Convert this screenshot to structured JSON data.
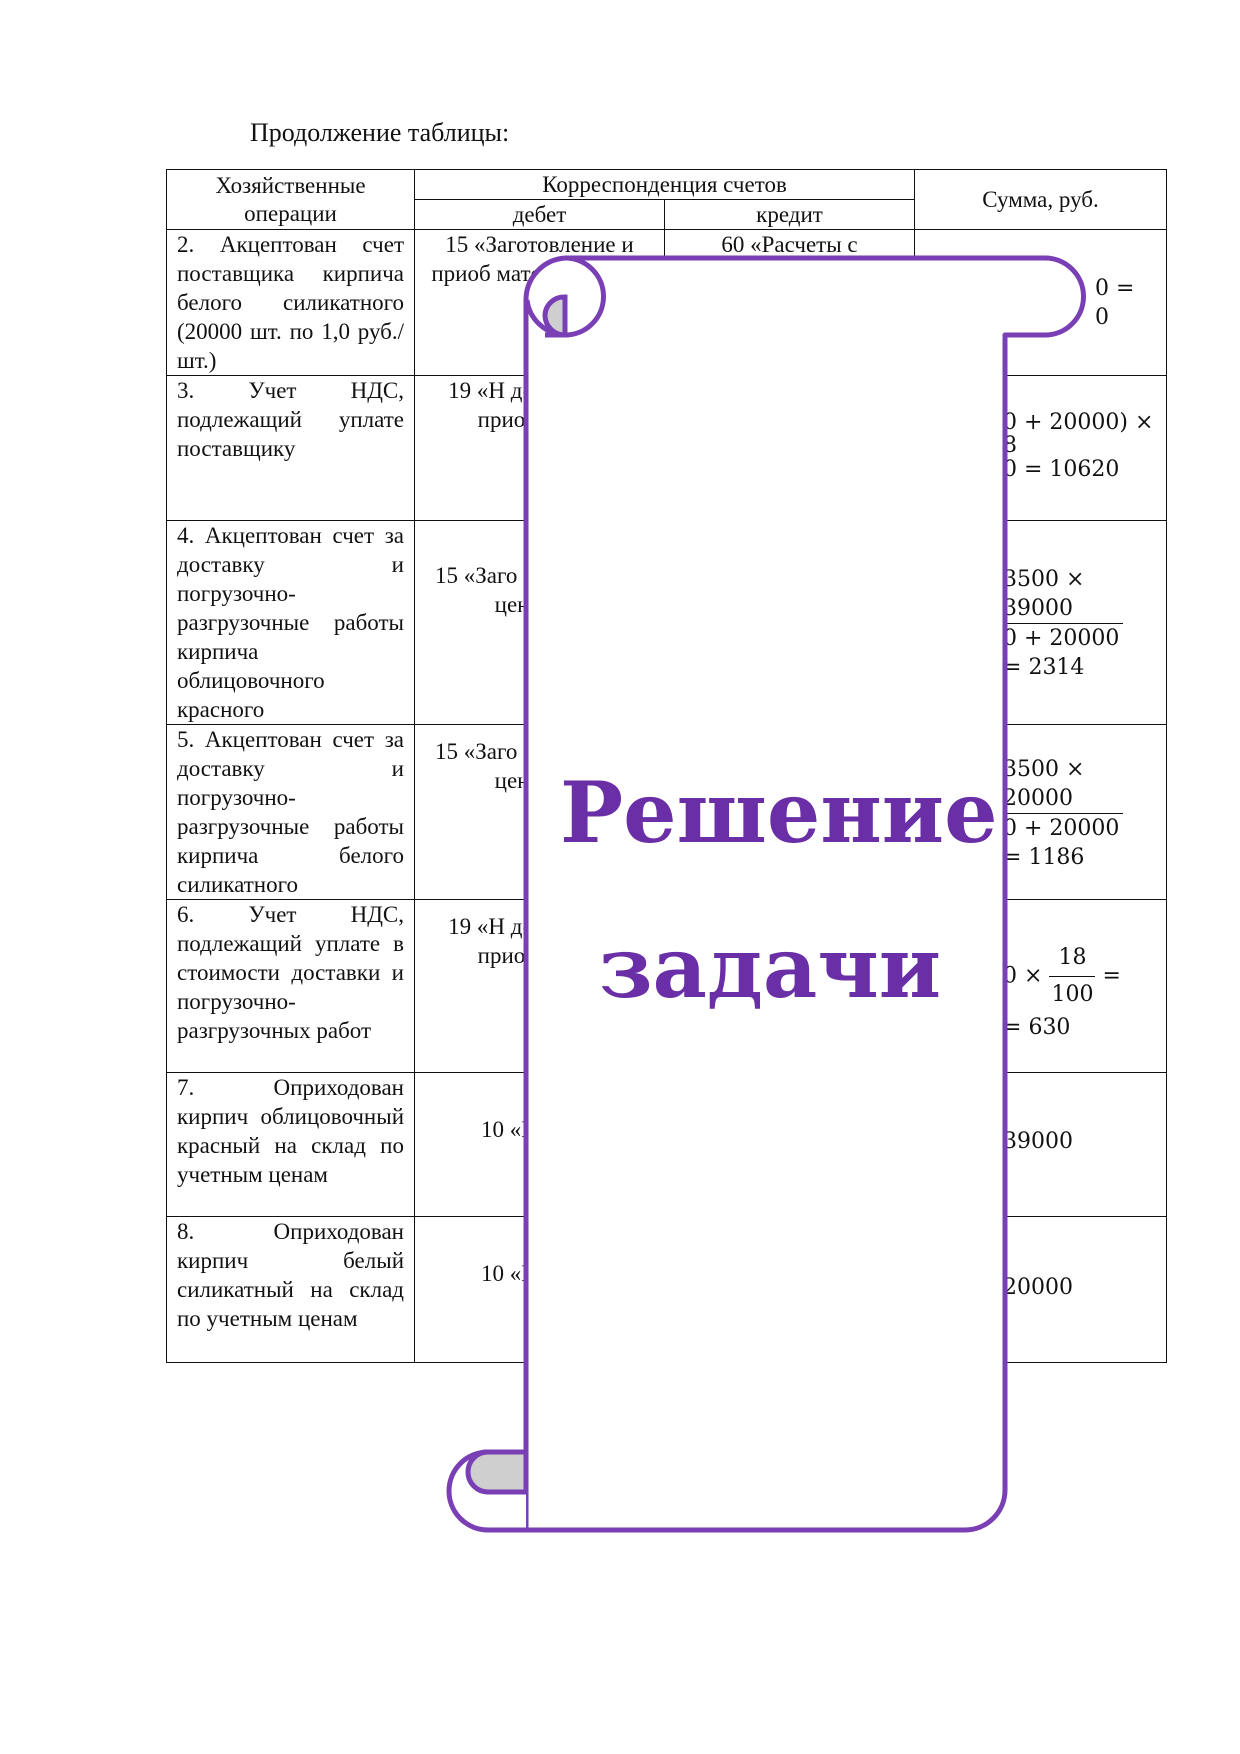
{
  "caption": "Продолжение таблицы:",
  "header": {
    "operations": "Хозяйственные операции",
    "correspondence": "Корреспонденция счетов",
    "debit": "дебет",
    "credit": "кредит",
    "amount": "Сумма, руб."
  },
  "rows": [
    {
      "op": "2. Акцептован счет поставщика кирпича белого силикатного (20000 шт. по 1,0 руб./шт.)",
      "debit": "15 «Заготовление и приоб матер ценносте",
      "credit": "60 «Расчеты с",
      "sum_lines": [
        "0 =",
        "0"
      ]
    },
    {
      "op": "3. Учет НДС, подлежащий уплате поставщику",
      "debit": "19 «Н добав стоим приобр ценн",
      "credit": "",
      "sum_lines": [
        "0 + 20000) ×",
        "8",
        "0 = 10620"
      ]
    },
    {
      "op": "4. Акцептован счет за доставку и погрузочно-разгрузочные работы кирпича облицовочного красного",
      "debit": "15 «Заго приоб матер ценносте",
      "credit": "",
      "sum_lines": [
        "3500 ×",
        "39000",
        "0 + 20000",
        "= 2314"
      ]
    },
    {
      "op": "5. Акцептован счет за доставку и погрузочно-разгрузочные работы кирпича белого силикатного",
      "debit": "15 «Заго приоб матер ценносте",
      "credit": "",
      "sum_lines": [
        "3500 ×",
        "20000",
        "0 + 20000",
        "= 1186"
      ]
    },
    {
      "op": "6. Учет НДС, подлежащий уплате в стоимости доставки и погрузочно-разгрузочных работ",
      "debit": "19 «Н добав стоим приобр ценн",
      "credit": "",
      "sum_lines": [
        "0 ×",
        "18",
        "100",
        "=",
        "= 630"
      ]
    },
    {
      "op": "7. Оприходован кирпич облицовочный красный на склад по учетным ценам",
      "debit": "10 «Ма (суб",
      "credit": "",
      "sum_lines": [
        "39000"
      ]
    },
    {
      "op": "8. Оприходован кирпич белый силикатный на склад по учетным ценам",
      "debit": "10 «Ма (суб",
      "credit": "",
      "sum_lines": [
        "20000"
      ]
    }
  ],
  "banner": {
    "line1": "Решение",
    "line2": "задачи",
    "text_color": "#6a2fa6",
    "border_color": "#7a3fb5",
    "curl_fill": "#cfcfcf"
  }
}
